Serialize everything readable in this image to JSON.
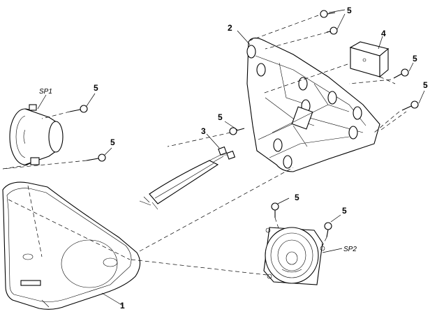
{
  "labels": {
    "cover": "1",
    "bracket": "2",
    "harness": "3",
    "connector_box": "4",
    "screw": "5",
    "speaker_1": "SP1",
    "speaker_2": "SP2"
  }
}
